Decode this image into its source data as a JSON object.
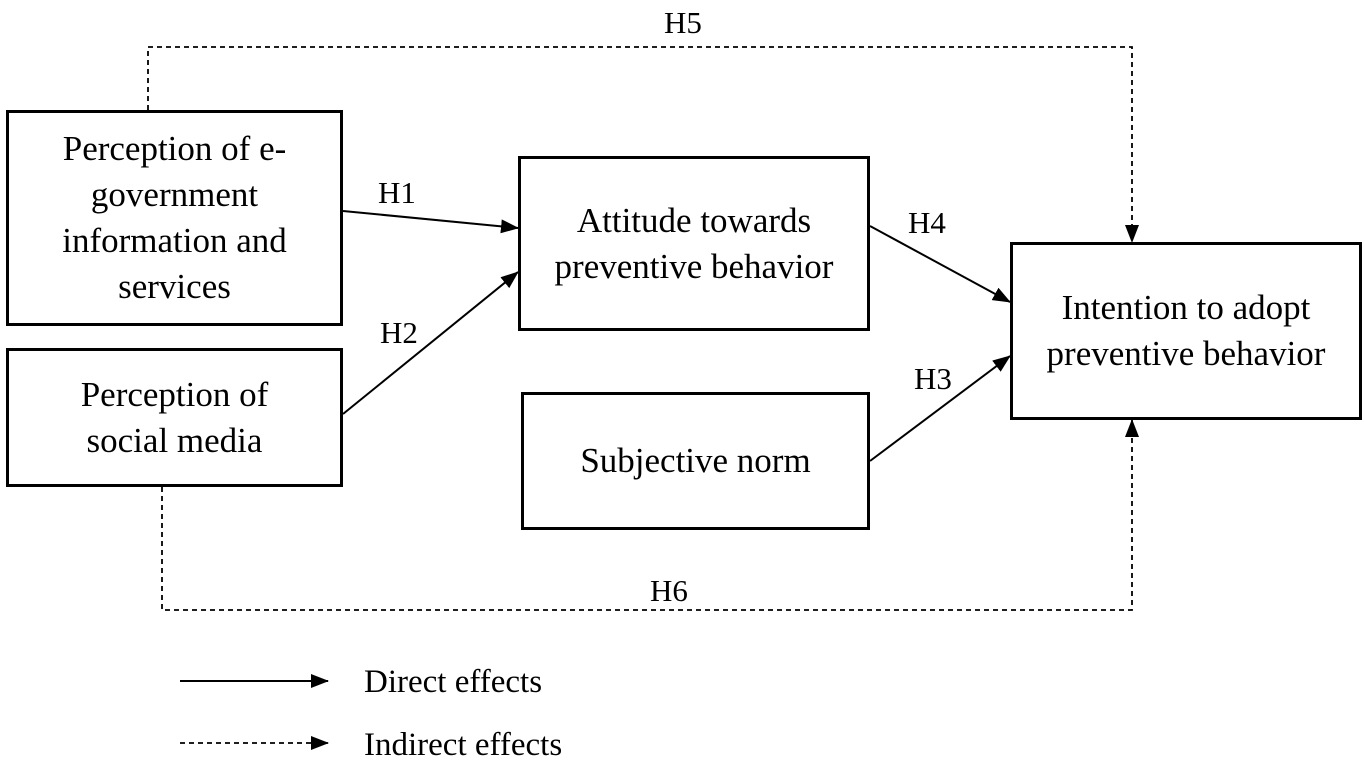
{
  "nodes": {
    "egov": {
      "lines": [
        "Perception of e-",
        "government",
        "information and",
        "services"
      ]
    },
    "social": {
      "lines": [
        "Perception of",
        "social media"
      ]
    },
    "attitude": {
      "lines": [
        "Attitude towards",
        "preventive behavior"
      ]
    },
    "norm": {
      "lines": [
        "Subjective norm"
      ]
    },
    "intention": {
      "lines": [
        "Intention to adopt",
        "preventive behavior"
      ]
    }
  },
  "edges": {
    "h1": {
      "label": "H1",
      "from": "egov",
      "to": "attitude",
      "style": "solid"
    },
    "h2": {
      "label": "H2",
      "from": "social",
      "to": "attitude",
      "style": "solid"
    },
    "h3": {
      "label": "H3",
      "from": "norm",
      "to": "intention",
      "style": "solid"
    },
    "h4": {
      "label": "H4",
      "from": "attitude",
      "to": "intention",
      "style": "solid"
    },
    "h5": {
      "label": "H5",
      "from": "egov",
      "to": "intention",
      "style": "dashed"
    },
    "h6": {
      "label": "H6",
      "from": "social",
      "to": "intention",
      "style": "dashed"
    }
  },
  "legend": {
    "direct": "Direct effects",
    "indirect": "Indirect effects"
  }
}
